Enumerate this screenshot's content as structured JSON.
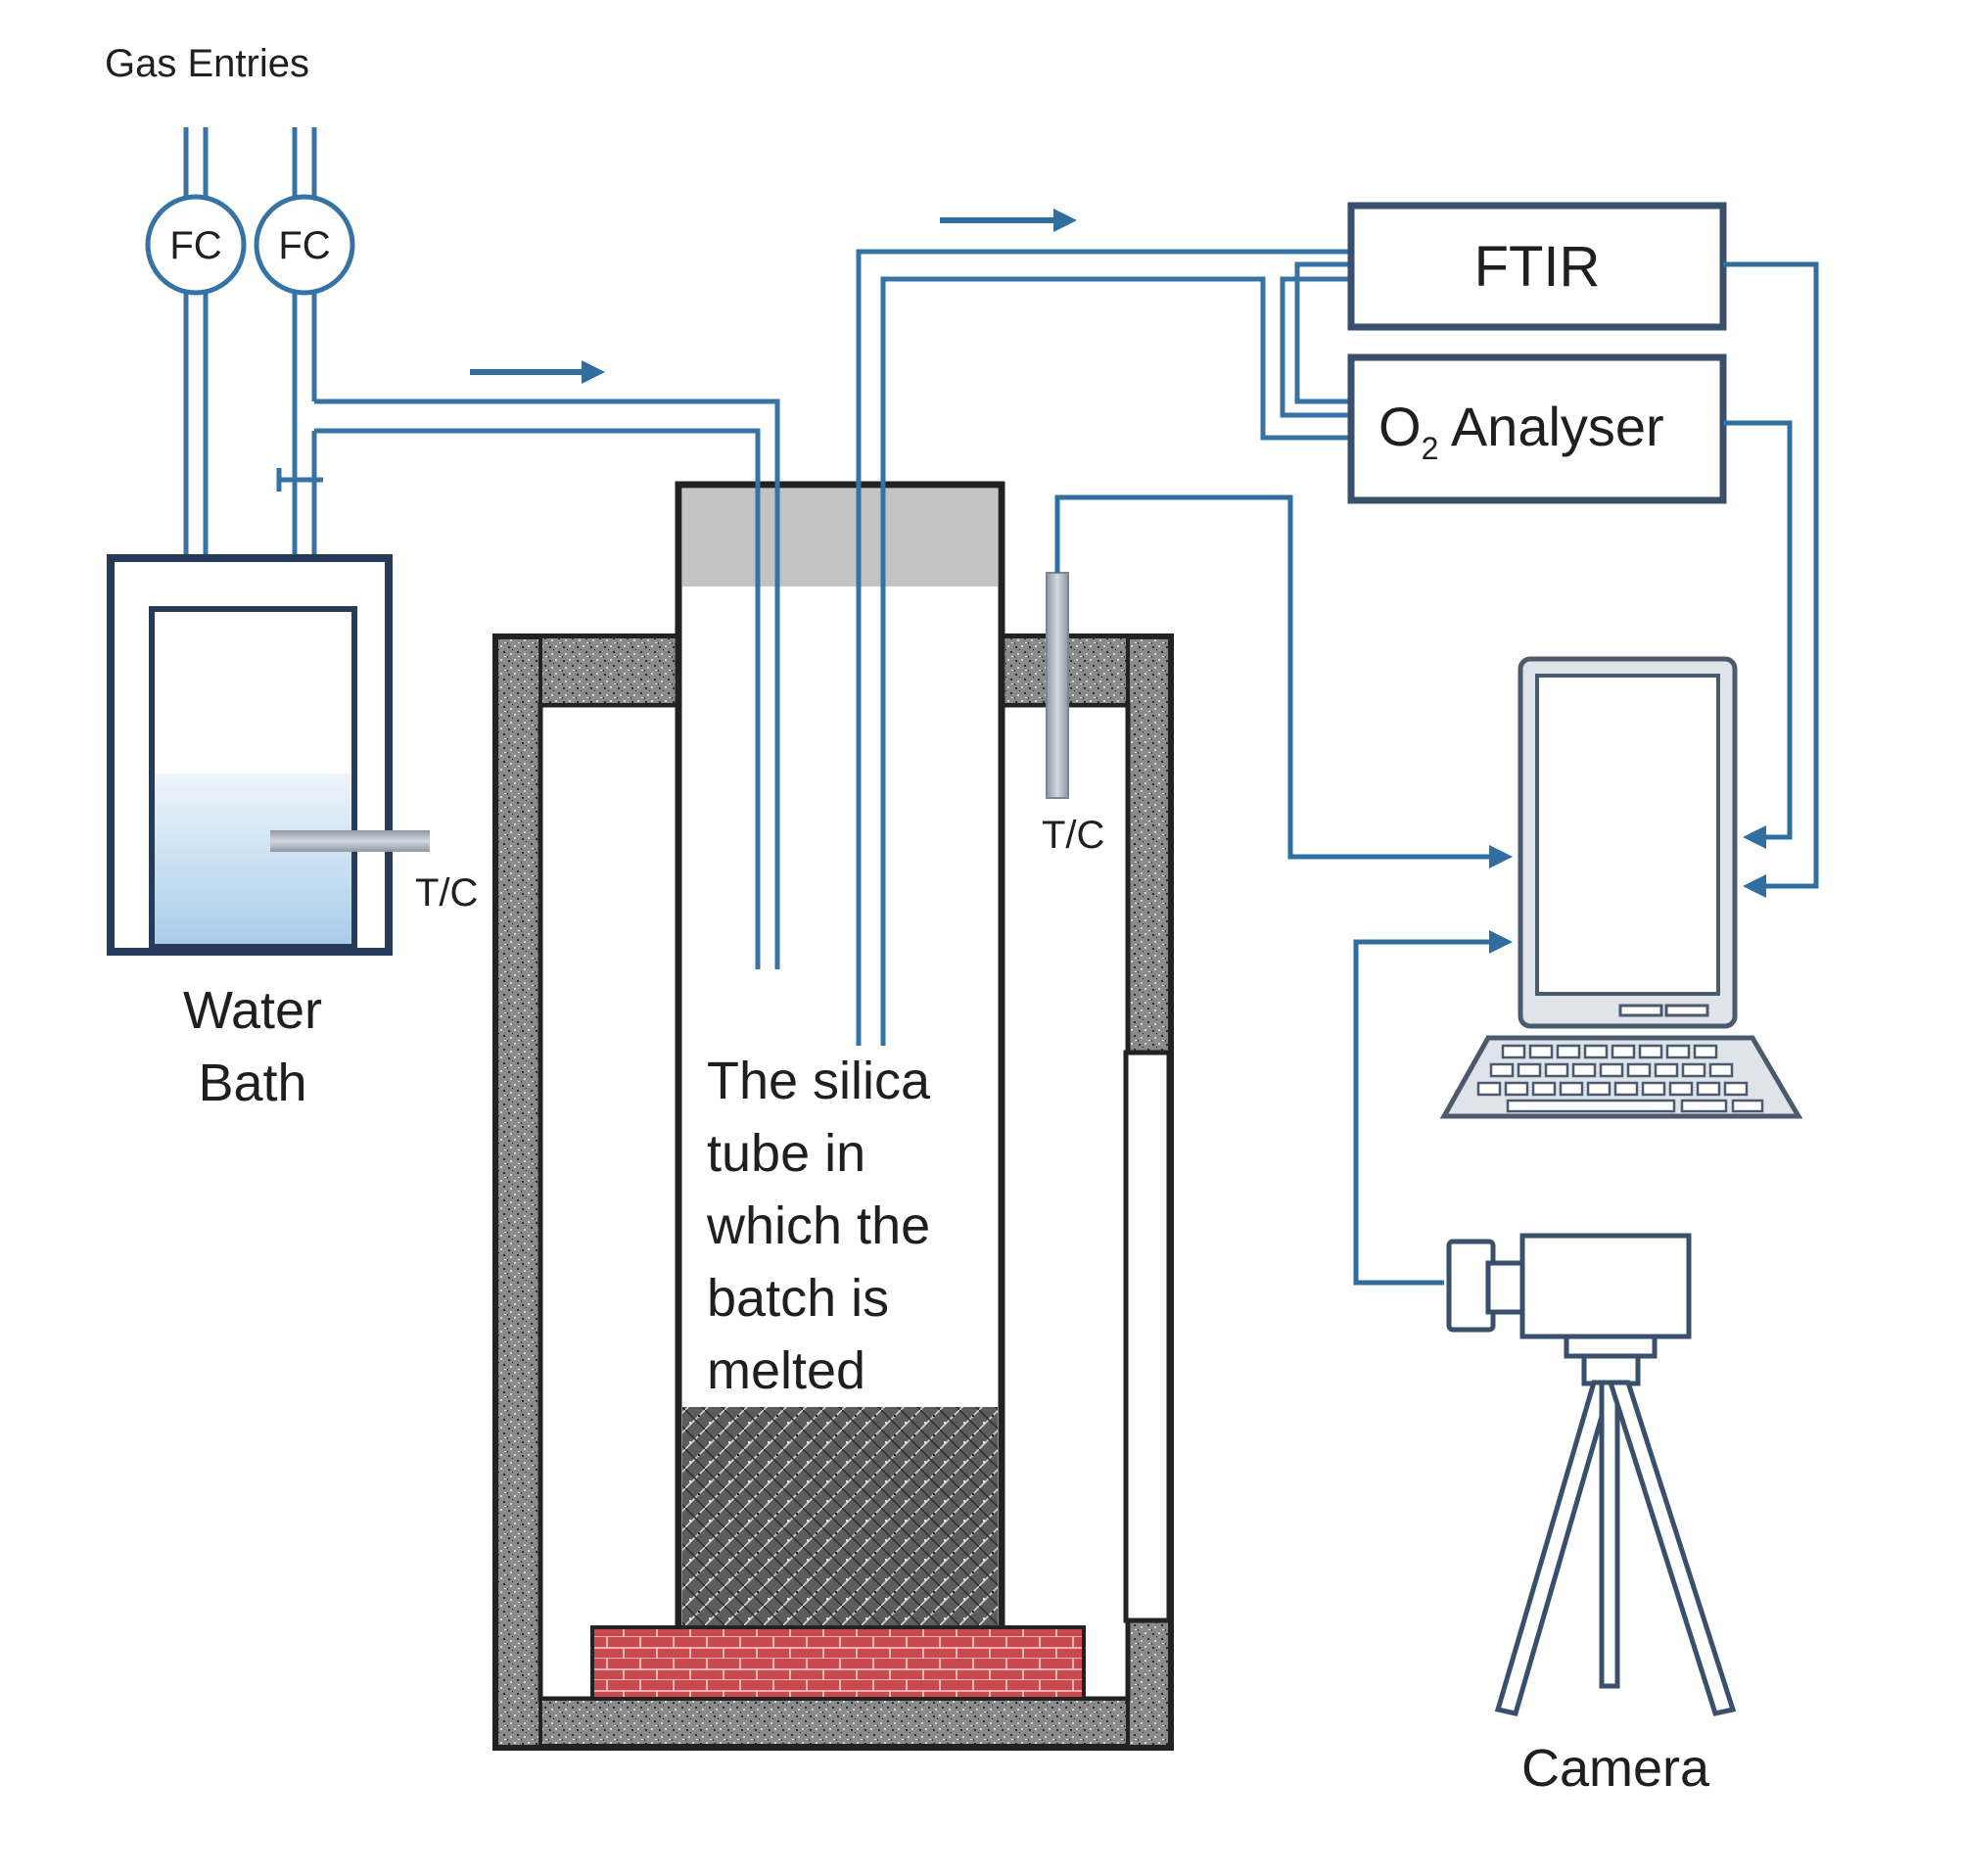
{
  "title": "",
  "labels": {
    "gas_entries": "Gas Entries",
    "fc_left": "FC",
    "fc_right": "FC",
    "water_bath_line1": "Water",
    "water_bath_line2": "Bath",
    "tc_bath": "T/C",
    "tc_furnace": "T/C",
    "ftir": "FTIR",
    "o2_analyser_prefix": "O",
    "o2_analyser_sub": "2",
    "o2_analyser_suffix": " Analyser",
    "silica_tube_line1": "The silica",
    "silica_tube_line2": "tube in",
    "silica_tube_line3": "which the",
    "silica_tube_line4": "batch is",
    "silica_tube_line5": "melted",
    "camera": "Camera"
  },
  "colors": {
    "pipe": "#3673a4",
    "wire": "#2f6e9f",
    "box_outline": "#3a4f6b",
    "furnace_wall": "#6f6f6f",
    "lid": "#c4c4c4",
    "hearth_brick": "#c7484c",
    "water": "#b9d6ee"
  }
}
